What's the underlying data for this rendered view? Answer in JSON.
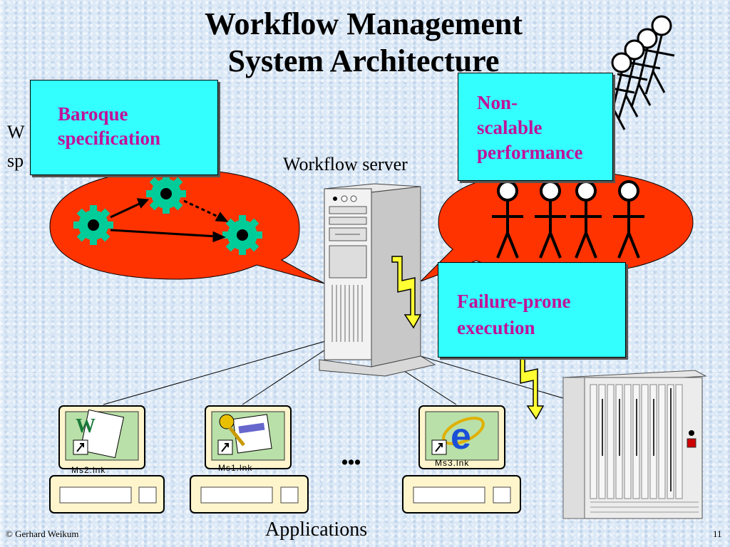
{
  "slide": {
    "title_line1": "Workflow Management",
    "title_line2": "System Architecture",
    "left_partial_line1": "W",
    "left_partial_line2": "sp",
    "server_label": "Workflow server",
    "applications_label": "Applications",
    "ellipsis": "...",
    "footer_left": "© Gerhard Weikum",
    "page_number": "11"
  },
  "callouts": {
    "baroque": {
      "line1": "Baroque",
      "line2": "specification"
    },
    "nonscalable": {
      "line1": "Non-",
      "line2": "scalable",
      "line3": "performance"
    },
    "failure": {
      "line1": "Failure-prone",
      "line2": "execution"
    }
  },
  "shortcuts": [
    "Ms2.lnk",
    "Ms1.lnk",
    "Ms3.lnk"
  ],
  "colors": {
    "callout_fill": "#33ffff",
    "callout_text": "#c0129a",
    "bubble_red": "#ff3300",
    "gear_green": "#00cc99",
    "lightning_yellow": "#ffff33"
  }
}
